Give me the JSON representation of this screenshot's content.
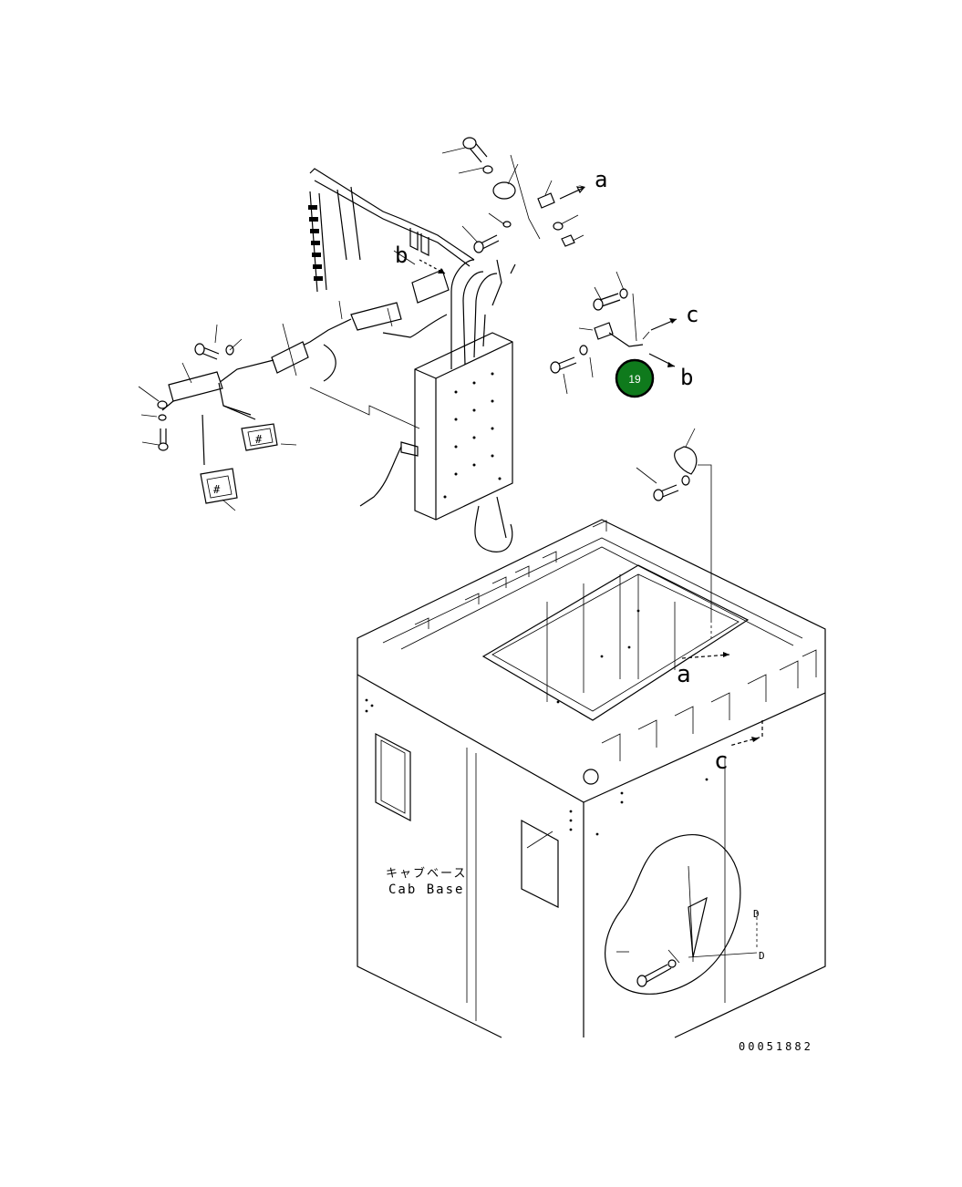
{
  "callout": {
    "number": "19",
    "color": "#0f7a1c",
    "ring_color": "#000000"
  },
  "ref_labels": [
    "a",
    "b",
    "c",
    "b",
    "a",
    "c"
  ],
  "cab_base": {
    "japanese": "キャブベース",
    "english": "Cab Base"
  },
  "side_marks": [
    "D",
    "D"
  ],
  "drawing_number": "00051882"
}
